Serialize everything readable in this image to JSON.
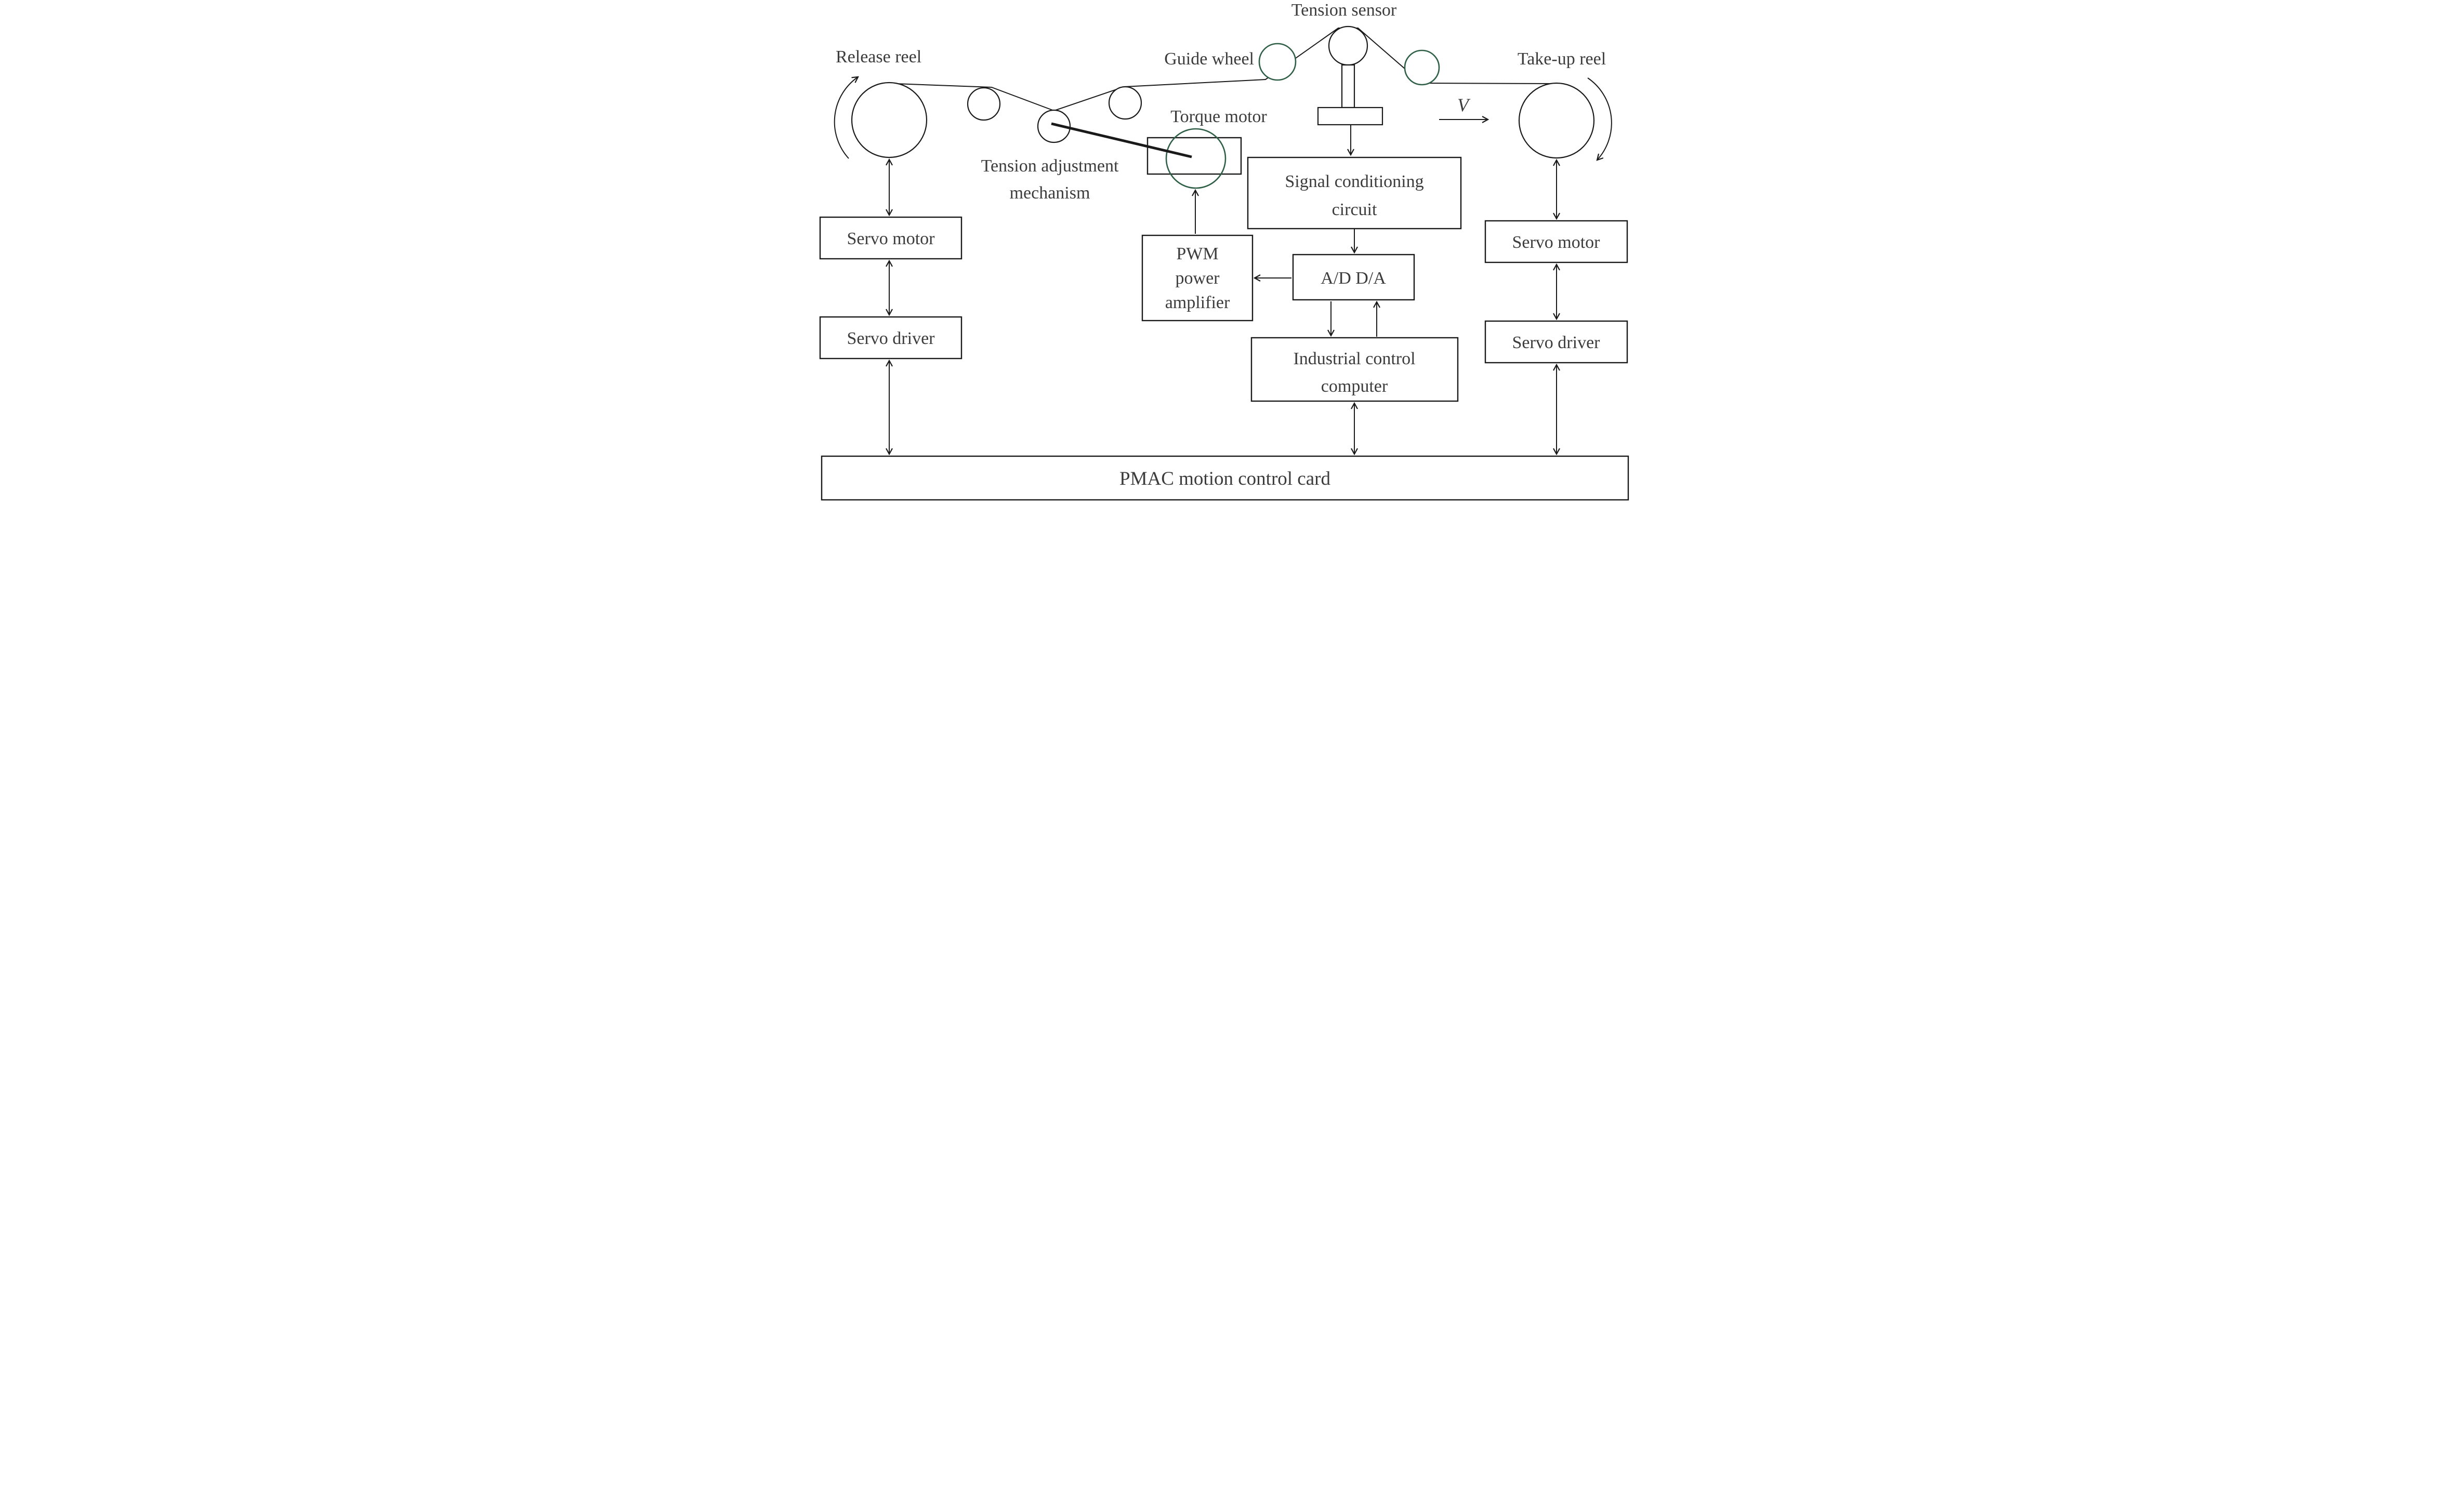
{
  "diagram": {
    "labels": {
      "tension_sensor": "Tension sensor",
      "guide_wheel": "Guide wheel",
      "release_reel": "Release reel",
      "take_up_reel": "Take-up reel",
      "torque_motor": "Torque motor",
      "tension_adjustment": {
        "line1": "Tension adjustment",
        "line2": "mechanism"
      },
      "velocity": "V"
    },
    "boxes": {
      "servo_motor_left": {
        "label": "Servo motor"
      },
      "servo_driver_left": {
        "label": "Servo driver"
      },
      "pwm_amplifier": {
        "line1": "PWM",
        "line2": "power",
        "line3": "amplifier"
      },
      "signal_conditioning": {
        "line1": "Signal conditioning",
        "line2": "circuit"
      },
      "ad_da": {
        "label": "A/D D/A"
      },
      "industrial_computer": {
        "line1": "Industrial control",
        "line2": "computer"
      },
      "servo_motor_right": {
        "label": "Servo motor"
      },
      "servo_driver_right": {
        "label": "Servo driver"
      },
      "pmac_card": {
        "label": "PMAC motion control card"
      }
    },
    "colors": {
      "line": "#1a1a1a",
      "text": "#3c3c3c",
      "guide_wheel_green": "#2f6047"
    }
  }
}
